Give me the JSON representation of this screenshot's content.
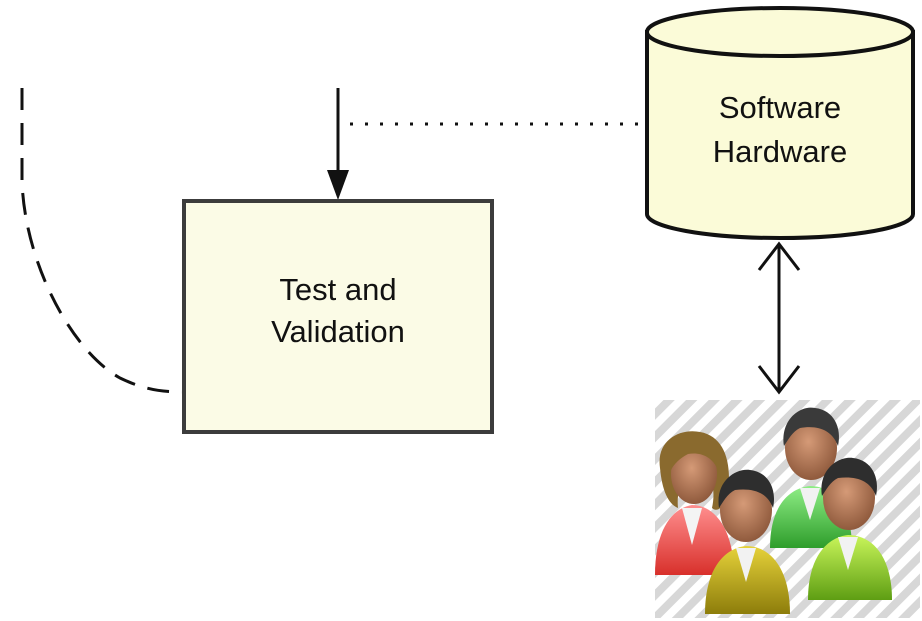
{
  "diagram": {
    "process_box": {
      "line1": "Test and",
      "line2": "Validation"
    },
    "datastore": {
      "line1": "Software",
      "line2": "Hardware"
    },
    "users_icon": "group-of-users-icon"
  },
  "colors": {
    "box_fill": "#fbfbe6",
    "box_stroke": "#3c3c3c",
    "cylinder_fill": "#fbfbd8",
    "line": "#111111"
  }
}
